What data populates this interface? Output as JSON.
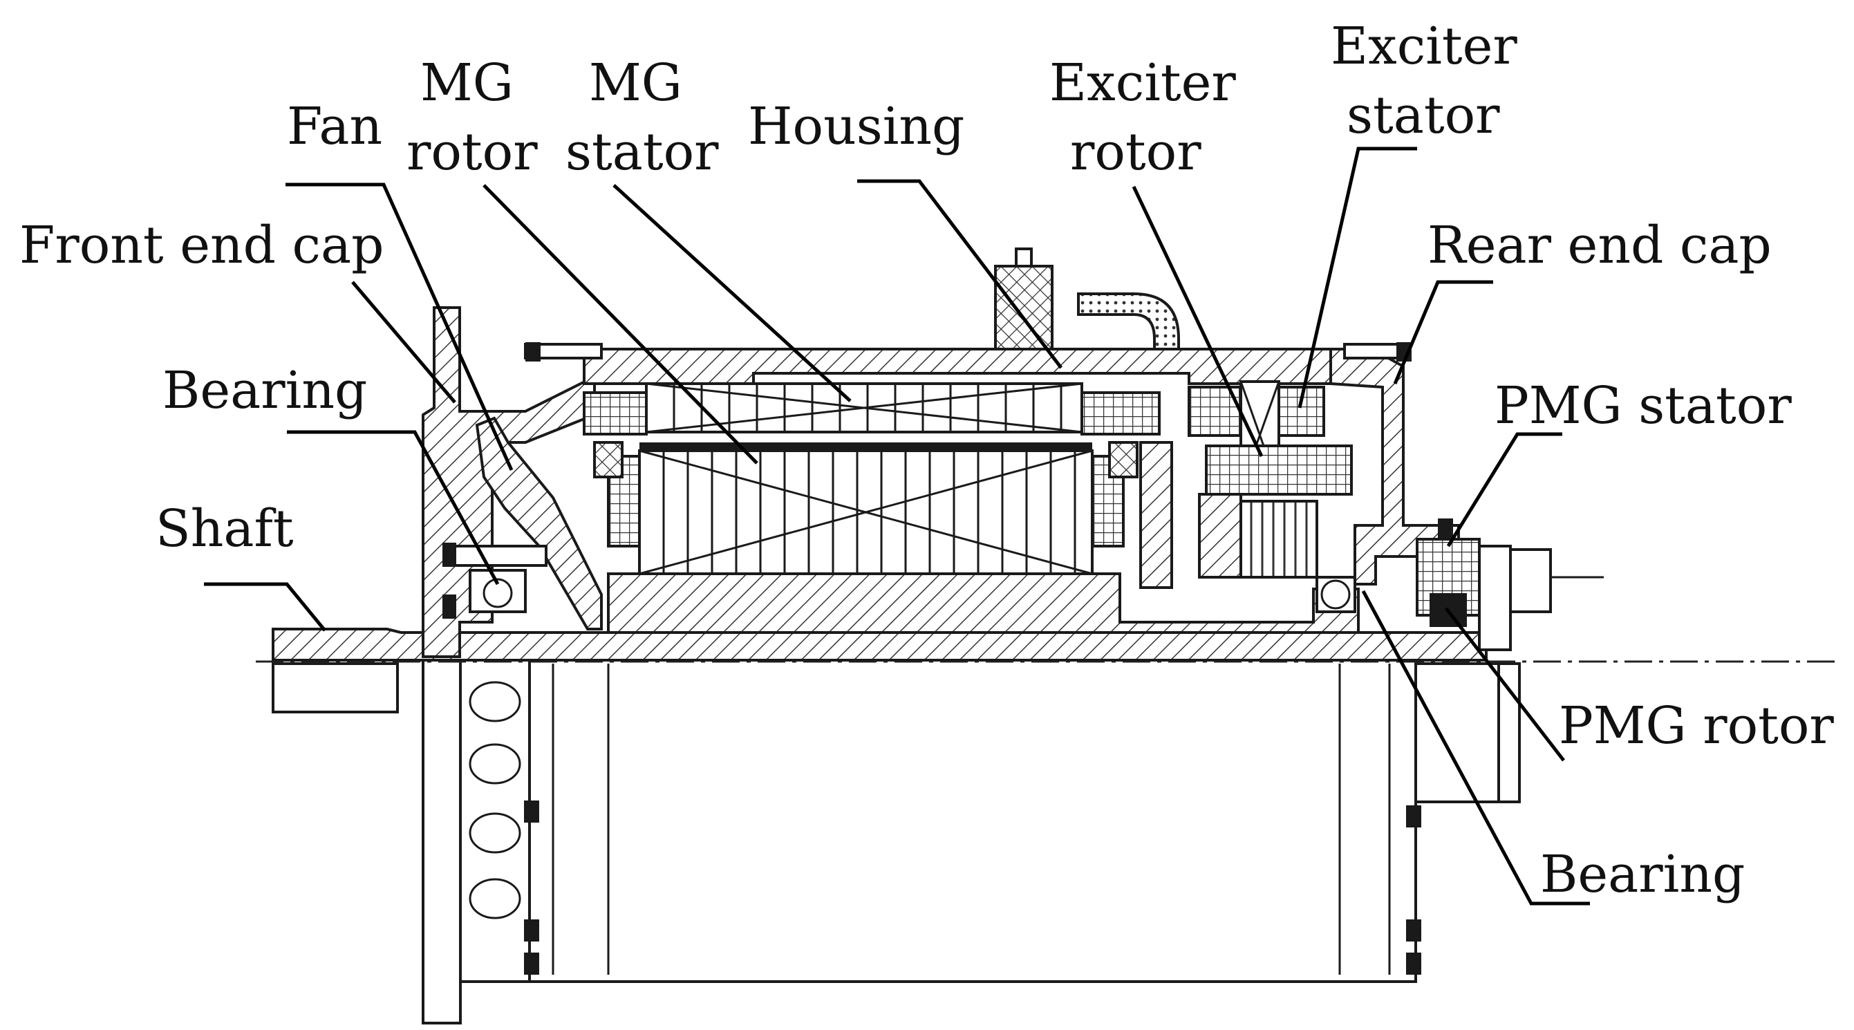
{
  "figure": {
    "labels": {
      "fan": "Fan",
      "mg_rotor": [
        "MG",
        "rotor"
      ],
      "mg_stator": [
        "MG",
        "stator"
      ],
      "housing": "Housing",
      "exciter_rotor": [
        "Exciter",
        "rotor"
      ],
      "exciter_stator": [
        "Exciter",
        "stator"
      ],
      "front_end_cap": "Front end cap",
      "rear_end_cap": "Rear end cap",
      "bearing_front": "Bearing",
      "pmg_stator": "PMG stator",
      "shaft": "Shaft",
      "pmg_rotor": "PMG rotor",
      "bearing_rear": "Bearing"
    }
  }
}
